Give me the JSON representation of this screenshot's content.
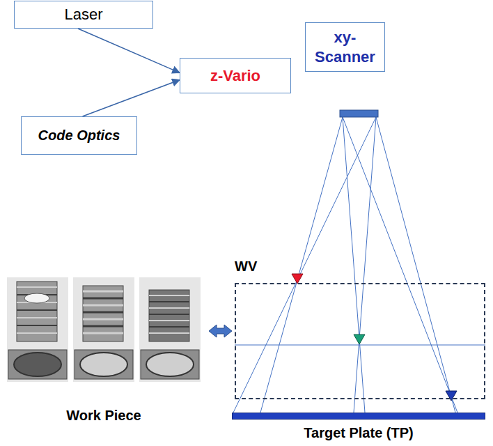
{
  "diagram": {
    "nodes": [
      {
        "text": [
          "Laser"
        ]
      },
      {
        "text": [
          "z-Vario"
        ]
      },
      {
        "text": [
          "xy- Scanner"
        ]
      },
      {
        "text": [
          "Code Optics"
        ]
      },
      {
        "text": [
          "WV"
        ]
      },
      {
        "text": [
          "Work Piece"
        ]
      },
      {
        "text": [
          "Target Plate (TP)"
        ]
      }
    ],
    "edges": [
      {
        "from": 0,
        "to": 1,
        "arrow": "to"
      },
      {
        "from": 3,
        "to": 1,
        "arrow": "to"
      },
      {
        "from": 5,
        "to": 4,
        "arrow": "both"
      }
    ]
  }
}
